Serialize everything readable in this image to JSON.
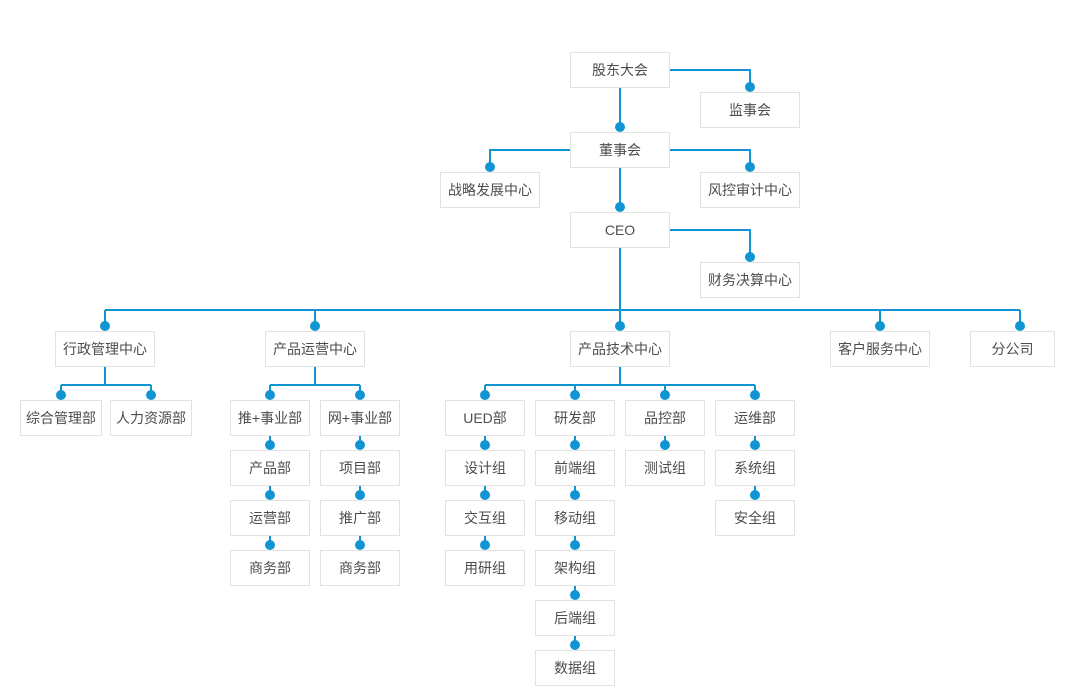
{
  "colors": {
    "connector_blue": "#1095d2",
    "node_border": "#e2e2e2",
    "node_background": "#ffffff",
    "node_text": "#4d4d4d",
    "page_background": "#ffffff"
  },
  "org_chart": {
    "type": "org-tree",
    "nodes": [
      {
        "id": "shareholders-meeting",
        "label": "股东大会",
        "reports_to": null
      },
      {
        "id": "supervisory-board",
        "label": "监事会",
        "reports_to": "shareholders-meeting"
      },
      {
        "id": "board-of-directors",
        "label": "董事会",
        "reports_to": "shareholders-meeting"
      },
      {
        "id": "strategic-development-center",
        "label": "战略发展中心",
        "reports_to": "board-of-directors"
      },
      {
        "id": "risk-audit-center",
        "label": "风控审计中心",
        "reports_to": "board-of-directors"
      },
      {
        "id": "ceo",
        "label": "CEO",
        "reports_to": "board-of-directors"
      },
      {
        "id": "financial-settlement-center",
        "label": "财务决算中心",
        "reports_to": "ceo"
      },
      {
        "id": "administrative-center",
        "label": "行政管理中心",
        "reports_to": "ceo"
      },
      {
        "id": "product-operations-center",
        "label": "产品运营中心",
        "reports_to": "ceo"
      },
      {
        "id": "product-technology-center",
        "label": "产品技术中心",
        "reports_to": "ceo"
      },
      {
        "id": "customer-service-center",
        "label": "客户服务中心",
        "reports_to": "ceo"
      },
      {
        "id": "branch-company",
        "label": "分公司",
        "reports_to": "ceo"
      },
      {
        "id": "general-management-dept",
        "label": "综合管理部",
        "reports_to": "administrative-center"
      },
      {
        "id": "human-resources-dept",
        "label": "人力资源部",
        "reports_to": "administrative-center"
      },
      {
        "id": "tui-plus-division",
        "label": "推+事业部",
        "reports_to": "product-operations-center"
      },
      {
        "id": "wang-plus-division",
        "label": "网+事业部",
        "reports_to": "product-operations-center"
      },
      {
        "id": "product-dept",
        "label": "产品部",
        "reports_to": "tui-plus-division"
      },
      {
        "id": "operations-dept",
        "label": "运营部",
        "reports_to": "product-dept"
      },
      {
        "id": "business-dept-tui",
        "label": "商务部",
        "reports_to": "operations-dept"
      },
      {
        "id": "project-dept",
        "label": "项目部",
        "reports_to": "wang-plus-division"
      },
      {
        "id": "promotion-dept",
        "label": "推广部",
        "reports_to": "project-dept"
      },
      {
        "id": "business-dept-wang",
        "label": "商务部",
        "reports_to": "promotion-dept"
      },
      {
        "id": "ued-dept",
        "label": "UED部",
        "reports_to": "product-technology-center"
      },
      {
        "id": "design-group",
        "label": "设计组",
        "reports_to": "ued-dept"
      },
      {
        "id": "interaction-group",
        "label": "交互组",
        "reports_to": "design-group"
      },
      {
        "id": "user-research-group",
        "label": "用研组",
        "reports_to": "interaction-group"
      },
      {
        "id": "rd-dept",
        "label": "研发部",
        "reports_to": "product-technology-center"
      },
      {
        "id": "frontend-group",
        "label": "前端组",
        "reports_to": "rd-dept"
      },
      {
        "id": "mobile-group",
        "label": "移动组",
        "reports_to": "frontend-group"
      },
      {
        "id": "architecture-group",
        "label": "架构组",
        "reports_to": "mobile-group"
      },
      {
        "id": "backend-group",
        "label": "后端组",
        "reports_to": "architecture-group"
      },
      {
        "id": "data-group",
        "label": "数据组",
        "reports_to": "backend-group"
      },
      {
        "id": "quality-control-dept",
        "label": "品控部",
        "reports_to": "product-technology-center"
      },
      {
        "id": "testing-group",
        "label": "测试组",
        "reports_to": "quality-control-dept"
      },
      {
        "id": "operations-maintenance-dept",
        "label": "运维部",
        "reports_to": "product-technology-center"
      },
      {
        "id": "system-group",
        "label": "系统组",
        "reports_to": "operations-maintenance-dept"
      },
      {
        "id": "security-group",
        "label": "安全组",
        "reports_to": "system-group"
      }
    ]
  }
}
